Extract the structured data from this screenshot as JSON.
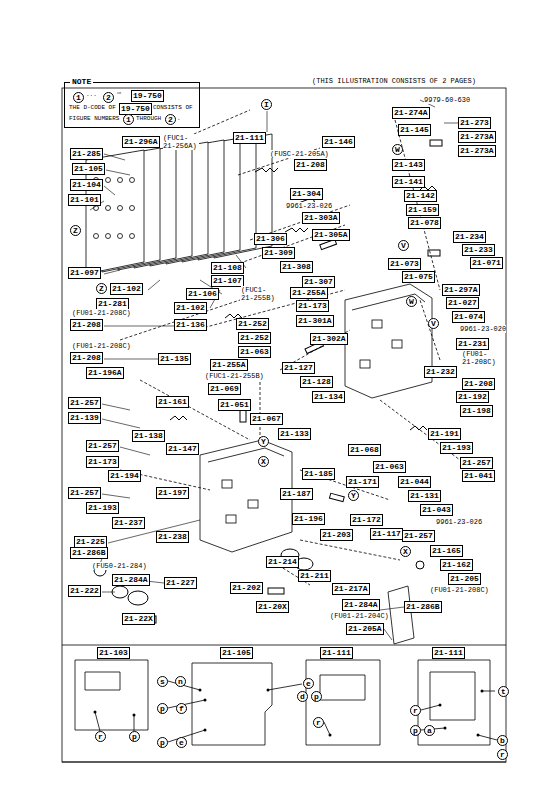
{
  "diagram": {
    "nodes": [
      {
        "text": [
          "NOTE"
        ]
      },
      {
        "text": [
          "1"
        ],
        "in": 0
      },
      {
        "text": [
          "2"
        ],
        "in": 0
      },
      {
        "text": [
          "19-750"
        ],
        "in": 0
      },
      {
        "text": [
          "19-750"
        ],
        "in": 0
      },
      {
        "text": [
          "1"
        ],
        "in": 0
      },
      {
        "text": [
          "2"
        ],
        "in": 0
      },
      {
        "text": [
          "I"
        ]
      },
      {
        "text": [
          "21-111"
        ]
      },
      {
        "text": [
          "21-146"
        ]
      },
      {
        "text": [
          "21-208"
        ]
      },
      {
        "text": [
          "21-304"
        ]
      },
      {
        "text": [
          "21-303A"
        ]
      },
      {
        "text": [
          "21-305A"
        ]
      },
      {
        "text": [
          "21-306"
        ]
      },
      {
        "text": [
          "21-309"
        ]
      },
      {
        "text": [
          "21-308"
        ]
      },
      {
        "text": [
          "21-307"
        ]
      },
      {
        "text": [
          "21-255A"
        ]
      },
      {
        "text": [
          "21-173"
        ]
      },
      {
        "text": [
          "21-301A"
        ]
      },
      {
        "text": [
          "21-302A"
        ]
      },
      {
        "text": [
          "21-296A"
        ]
      },
      {
        "text": [
          "21-285"
        ]
      },
      {
        "text": [
          "21-105"
        ]
      },
      {
        "text": [
          "21-104"
        ]
      },
      {
        "text": [
          "21-101"
        ]
      },
      {
        "text": [
          "Z"
        ]
      },
      {
        "text": [
          "21-108"
        ]
      },
      {
        "text": [
          "21-107"
        ]
      },
      {
        "text": [
          "21-106"
        ]
      },
      {
        "text": [
          "21-097"
        ]
      },
      {
        "text": [
          "Z"
        ]
      },
      {
        "text": [
          "21-102"
        ]
      },
      {
        "text": [
          "21-281"
        ]
      },
      {
        "text": [
          "21-102"
        ]
      },
      {
        "text": [
          "21-274A"
        ]
      },
      {
        "text": [
          "21-145"
        ]
      },
      {
        "text": [
          "21-273"
        ]
      },
      {
        "text": [
          "21-273A"
        ]
      },
      {
        "text": [
          "21-273A"
        ]
      },
      {
        "text": [
          "W"
        ]
      },
      {
        "text": [
          "21-143"
        ]
      },
      {
        "text": [
          "21-141"
        ]
      },
      {
        "text": [
          "21-142"
        ]
      },
      {
        "text": [
          "21-159"
        ]
      },
      {
        "text": [
          "21-078"
        ]
      },
      {
        "text": [
          "21-234"
        ]
      },
      {
        "text": [
          "21-233"
        ]
      },
      {
        "text": [
          "V"
        ]
      },
      {
        "text": [
          "21-071"
        ]
      },
      {
        "text": [
          "21-073"
        ]
      },
      {
        "text": [
          "21-075"
        ]
      },
      {
        "text": [
          "21-297A"
        ]
      },
      {
        "text": [
          "W"
        ]
      },
      {
        "text": [
          "21-027"
        ]
      },
      {
        "text": [
          "V"
        ]
      },
      {
        "text": [
          "21-074"
        ]
      },
      {
        "text": [
          "21-231"
        ]
      },
      {
        "text": [
          "21-208"
        ]
      },
      {
        "text": [
          "21-136"
        ]
      },
      {
        "text": [
          "21-252"
        ]
      },
      {
        "text": [
          "21-252"
        ]
      },
      {
        "text": [
          "21-063"
        ]
      },
      {
        "text": [
          "21-208"
        ]
      },
      {
        "text": [
          "21-135"
        ]
      },
      {
        "text": [
          "21-255A"
        ]
      },
      {
        "text": [
          "21-127"
        ]
      },
      {
        "text": [
          "21-196A"
        ]
      },
      {
        "text": [
          "21-128"
        ]
      },
      {
        "text": [
          "21-069"
        ]
      },
      {
        "text": [
          "21-134"
        ]
      },
      {
        "text": [
          "21-257"
        ]
      },
      {
        "text": [
          "21-161"
        ]
      },
      {
        "text": [
          "21-051"
        ]
      },
      {
        "text": [
          "21-139"
        ]
      },
      {
        "text": [
          "21-067"
        ]
      },
      {
        "text": [
          "21-232"
        ]
      },
      {
        "text": [
          "21-208"
        ]
      },
      {
        "text": [
          "21-192"
        ]
      },
      {
        "text": [
          "21-198"
        ]
      },
      {
        "text": [
          "21-191"
        ]
      },
      {
        "text": [
          "21-193"
        ]
      },
      {
        "text": [
          "21-257"
        ]
      },
      {
        "text": [
          "21-041"
        ]
      },
      {
        "text": [
          "21-138"
        ]
      },
      {
        "text": [
          "21-133"
        ]
      },
      {
        "text": [
          "Y"
        ]
      },
      {
        "text": [
          "21-257"
        ]
      },
      {
        "text": [
          "21-147"
        ]
      },
      {
        "text": [
          "21-068"
        ]
      },
      {
        "text": [
          "X"
        ]
      },
      {
        "text": [
          "21-173"
        ]
      },
      {
        "text": [
          "21-063"
        ]
      },
      {
        "text": [
          "21-185"
        ]
      },
      {
        "text": [
          "21-194"
        ]
      },
      {
        "text": [
          "21-171"
        ]
      },
      {
        "text": [
          "21-044"
        ]
      },
      {
        "text": [
          "21-257"
        ]
      },
      {
        "text": [
          "21-197"
        ]
      },
      {
        "text": [
          "21-187"
        ]
      },
      {
        "text": [
          "Y"
        ]
      },
      {
        "text": [
          "21-131"
        ]
      },
      {
        "text": [
          "21-193"
        ]
      },
      {
        "text": [
          "21-043"
        ]
      },
      {
        "text": [
          "21-196"
        ]
      },
      {
        "text": [
          "21-172"
        ]
      },
      {
        "text": [
          "21-237"
        ]
      },
      {
        "text": [
          "21-117"
        ]
      },
      {
        "text": [
          "21-203"
        ]
      },
      {
        "text": [
          "21-238"
        ]
      },
      {
        "text": [
          "21-257"
        ]
      },
      {
        "text": [
          "21-225"
        ]
      },
      {
        "text": [
          "X"
        ]
      },
      {
        "text": [
          "21-165"
        ]
      },
      {
        "text": [
          "21-286B"
        ]
      },
      {
        "text": [
          "21-214"
        ]
      },
      {
        "text": [
          "21-162"
        ]
      },
      {
        "text": [
          "21-211"
        ]
      },
      {
        "text": [
          "21-284A"
        ]
      },
      {
        "text": [
          "21-227"
        ]
      },
      {
        "text": [
          "21-205"
        ]
      },
      {
        "text": [
          "21-202"
        ]
      },
      {
        "text": [
          "21-222"
        ]
      },
      {
        "text": [
          "21-217A"
        ]
      },
      {
        "text": [
          "21-284A"
        ]
      },
      {
        "text": [
          "21-286B"
        ]
      },
      {
        "text": [
          "21-20X"
        ]
      },
      {
        "text": [
          "21-22X"
        ]
      },
      {
        "text": [
          "21-205A"
        ]
      },
      {
        "text": [
          "21-103"
        ]
      },
      {
        "text": [
          "21-105"
        ]
      },
      {
        "text": [
          "21-111"
        ]
      },
      {
        "text": [
          "21-111"
        ]
      },
      {
        "text": [
          "s"
        ]
      },
      {
        "text": [
          "n"
        ]
      },
      {
        "text": [
          "e"
        ]
      },
      {
        "text": [
          "d"
        ]
      },
      {
        "text": [
          "p"
        ]
      },
      {
        "text": [
          "p"
        ]
      },
      {
        "text": [
          "f"
        ]
      },
      {
        "text": [
          "p"
        ]
      },
      {
        "text": [
          "e"
        ]
      },
      {
        "text": [
          "r"
        ]
      },
      {
        "text": [
          "p"
        ]
      },
      {
        "text": [
          "r"
        ]
      },
      {
        "text": [
          "t"
        ]
      },
      {
        "text": [
          "r"
        ]
      },
      {
        "text": [
          "p"
        ]
      },
      {
        "text": [
          "a"
        ]
      },
      {
        "text": [
          "b"
        ]
      },
      {
        "text": [
          "r"
        ]
      }
    ],
    "labels": [
      "(THIS ILLUSTRATION CONSISTS OF 2 PAGES)",
      "···",
      "⇨",
      "THE D-CODE OF",
      "CONSISTS OF",
      "FIGURE NUMBERS",
      "THROUGH",
      ".",
      "(FUC1- 21-256A)",
      "(FUSC-21-205A)",
      "9961-23-026",
      "(FUC1- 21-255B)",
      "9979-60-630",
      "9961-23-020",
      "(FU01-21-208C)",
      "(FU01-21-208C)",
      "(FUC1-21-255B)",
      "(FU01- 21-208C)",
      "9961-23-026",
      "(FU01-21-208C)",
      "(FU50-21-284)",
      "(FU01-21-204C)"
    ]
  }
}
